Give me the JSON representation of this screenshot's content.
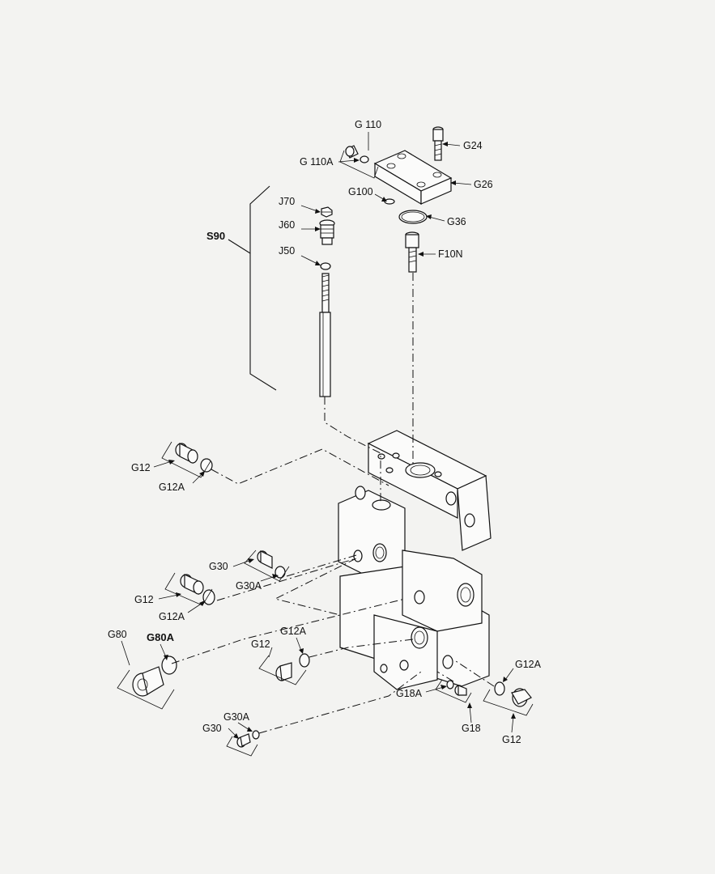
{
  "diagram": {
    "group_label": "S90",
    "labels": {
      "g110": "G 110",
      "g110a": "G 110A",
      "g24": "G24",
      "g26": "G26",
      "g100": "G100",
      "g36": "G36",
      "f10n": "F10N",
      "j70": "J70",
      "j60": "J60",
      "j50": "J50",
      "g12_a": "G12",
      "g12a_a": "G12A",
      "g30_a": "G30",
      "g30a_a": "G30A",
      "g12_b": "G12",
      "g12a_b": "G12A",
      "g80": "G80",
      "g80a": "G80A",
      "g12a_c": "G12A",
      "g12_c": "G12",
      "g30a_b": "G30A",
      "g30_b": "G30",
      "g18a": "G18A",
      "g18": "G18",
      "g12a_d": "G12A",
      "g12_d": "G12"
    }
  }
}
